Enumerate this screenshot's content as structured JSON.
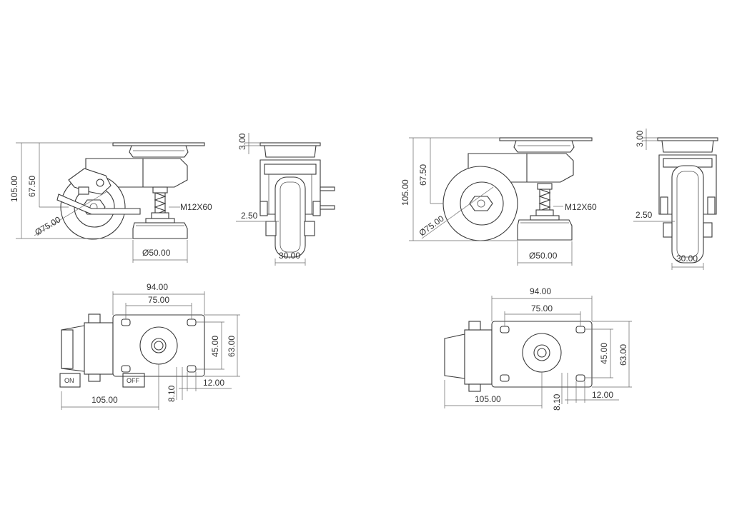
{
  "drawing": {
    "left": {
      "dim_height_total": "105.00",
      "dim_height_upper": "67.50",
      "dim_wheel_diameter": "Ø75.00",
      "dim_thread": "M12X60",
      "dim_foot_diameter": "Ø50.00",
      "dim_plate_thickness": "3.00",
      "dim_offset": "2.50",
      "dim_wheel_width": "30.00",
      "dim_plate_length": "94.00",
      "dim_hole_spacing_x": "75.00",
      "dim_hole_spacing_y": "45.00",
      "dim_plate_width": "63.00",
      "dim_swivel_radius": "105.00",
      "dim_slot_width": "8.10",
      "dim_slot_length": "12.00",
      "brake_on_label": "ON",
      "brake_off_label": "OFF"
    },
    "right": {
      "dim_height_total": "105.00",
      "dim_height_upper": "67.50",
      "dim_wheel_diameter": "Ø75.00",
      "dim_thread": "M12X60",
      "dim_foot_diameter": "Ø50.00",
      "dim_plate_thickness": "3.00",
      "dim_offset": "2.50",
      "dim_wheel_width": "30.00",
      "dim_plate_length": "94.00",
      "dim_hole_spacing_x": "75.00",
      "dim_hole_spacing_y": "45.00",
      "dim_plate_width": "63.00",
      "dim_swivel_radius": "105.00",
      "dim_slot_width": "8.10",
      "dim_slot_length": "12.00"
    }
  }
}
